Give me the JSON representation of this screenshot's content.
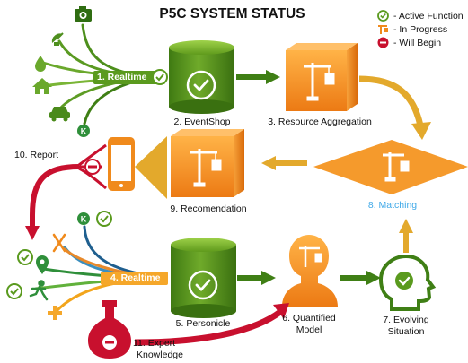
{
  "title": "P5C SYSTEM STATUS",
  "legend": [
    {
      "label": "- Active Function"
    },
    {
      "label": "- In Progress"
    },
    {
      "label": "- Will Begin"
    }
  ],
  "nodes": {
    "realtime_top": "1. Realtime",
    "eventshop": "2. EventShop",
    "resource_aggregation": "3. Resource Aggregation",
    "matching": "8. Matching",
    "recomendation": "9. Recomendation",
    "report": "10. Report",
    "realtime_bottom": "4. Realtime",
    "personicle": "5. Personicle",
    "quantified_model_1": "6. Quantified",
    "quantified_model_2": "Model",
    "evolving_situation_1": "7. Evolving",
    "evolving_situation_2": "Situation",
    "expert_knowledge_1": "11. Expert",
    "expert_knowledge_2": "Knowledge"
  },
  "colors": {
    "active": "#5a9a1e",
    "in_progress": "#f08a1c",
    "will_begin": "#c8102e",
    "arrow_gold": "#e3a92c",
    "arrow_green": "#3f7f15",
    "arrow_red": "#c8102e",
    "matching_text": "#3fa9e8"
  },
  "icons": [
    "camera-icon",
    "satellite-dish-icon",
    "water-drop-icon",
    "house-icon",
    "car-icon",
    "k-badge-icon",
    "smartphone-icon",
    "fork-knife-icon",
    "location-pin-icon",
    "runner-icon",
    "plus-icon",
    "crane-icon",
    "check-icon",
    "minus-icon",
    "head-icon",
    "flask-icon"
  ]
}
